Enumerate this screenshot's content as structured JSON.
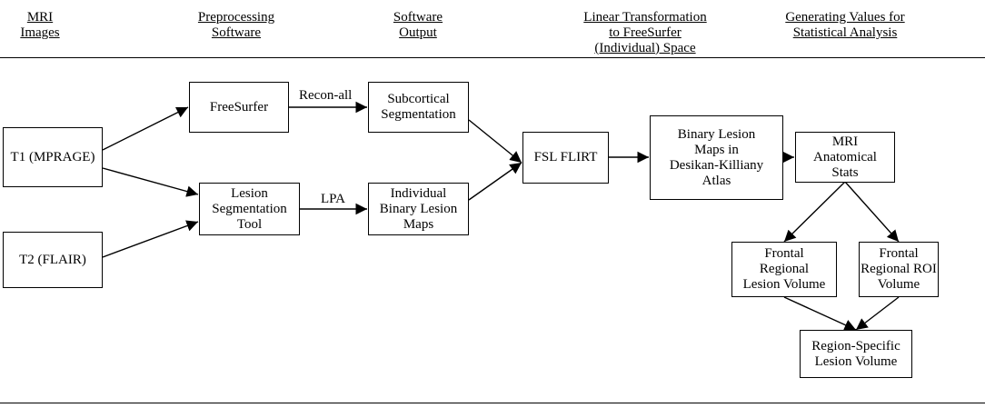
{
  "headers": [
    [
      "MRI",
      "Images"
    ],
    [
      "Preprocessing ",
      "Software"
    ],
    [
      "Software",
      "Output"
    ],
    [
      "Linear Transformation",
      "to FreeSurfer",
      "(Individual) Space"
    ],
    [
      "Generating Values for",
      "Statistical Analysis"
    ]
  ],
  "nodes": {
    "t1": [
      "T1 (MPRAGE)"
    ],
    "t2": [
      "T2 (FLAIR)"
    ],
    "freesurfer": [
      "FreeSurfer"
    ],
    "lst": [
      "Lesion",
      "Segmentation",
      "Tool"
    ],
    "subcortical": [
      "Subcortical",
      "Segmentation"
    ],
    "binary_maps": [
      "Individual",
      "Binary Lesion",
      "Maps"
    ],
    "flirt": [
      "FSL FLIRT"
    ],
    "dk_maps": [
      "Binary Lesion",
      "Maps in",
      "Desikan-Killiany",
      "Atlas"
    ],
    "mri_stats": [
      "MRI",
      "Anatomical",
      "Stats"
    ],
    "frontal_lesion": [
      "Frontal",
      "Regional",
      "Lesion Volume"
    ],
    "frontal_roi": [
      "Frontal",
      "Regional ROI",
      "Volume"
    ],
    "region_specific": [
      "Region-Specific",
      "Lesion Volume"
    ]
  },
  "edge_labels": {
    "recon_all": "Recon-all",
    "lpa": "LPA"
  }
}
